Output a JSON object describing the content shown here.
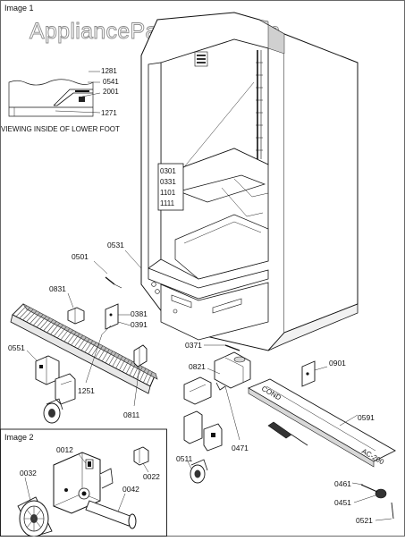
{
  "watermark": "AppliancePartsPros.com",
  "image1_title": "Image 1",
  "image2_title": "Image 2",
  "inset_caption": "VIEWING INSIDE OF LOWER FOOT",
  "inset_labels": [
    "1281",
    "0541",
    "2001",
    "1271"
  ],
  "box_labels": [
    "0301",
    "0331",
    "1101",
    "1111"
  ],
  "part_labels": {
    "p0531": "0531",
    "p0501": "0501",
    "p0831": "0831",
    "p0381": "0381",
    "p0391": "0391",
    "p0371": "0371",
    "p0551": "0551",
    "p0821": "0821",
    "p0901": "0901",
    "p1251": "1251",
    "p0811": "0811",
    "p0471": "0471",
    "p0591": "0591",
    "p0511": "0511",
    "p0461": "0461",
    "p0451": "0451",
    "p0521": "0521"
  },
  "image2_labels": {
    "p0012": "0012",
    "p0032": "0032",
    "p0022": "0022",
    "p0042": "0042"
  },
  "rail_text_left": "COND",
  "rail_text_right": "AC-200"
}
